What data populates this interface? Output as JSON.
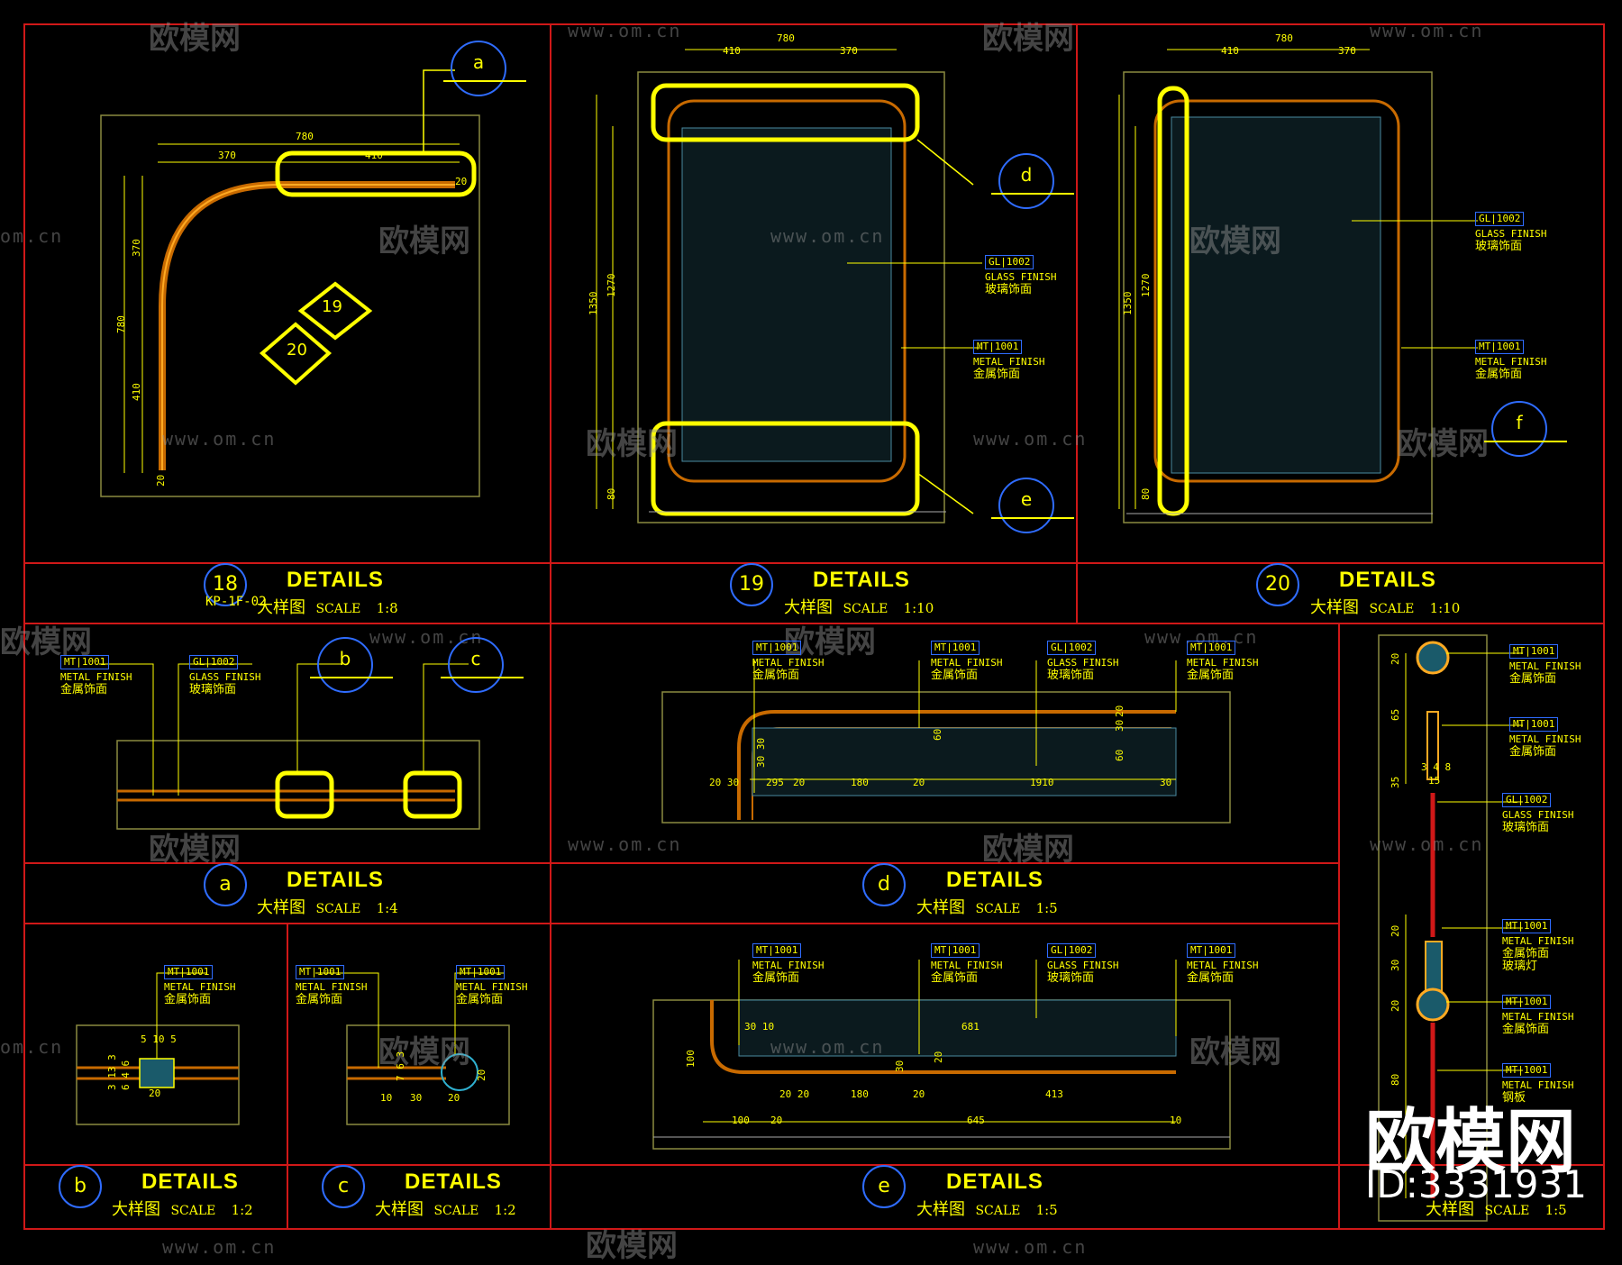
{
  "details": [
    {
      "num": "18",
      "title": "DETAILS",
      "sub": "大样图",
      "scale_label": "SCALE",
      "scale": "1:8",
      "ref": "KP-1F-02"
    },
    {
      "num": "19",
      "title": "DETAILS",
      "sub": "大样图",
      "scale_label": "SCALE",
      "scale": "1:10",
      "ref": ""
    },
    {
      "num": "20",
      "title": "DETAILS",
      "sub": "大样图",
      "scale_label": "SCALE",
      "scale": "1:10",
      "ref": ""
    },
    {
      "num": "a",
      "title": "DETAILS",
      "sub": "大样图",
      "scale_label": "SCALE",
      "scale": "1:4",
      "ref": ""
    },
    {
      "num": "d",
      "title": "DETAILS",
      "sub": "大样图",
      "scale_label": "SCALE",
      "scale": "1:5",
      "ref": ""
    },
    {
      "num": "b",
      "title": "DETAILS",
      "sub": "大样图",
      "scale_label": "SCALE",
      "scale": "1:2",
      "ref": ""
    },
    {
      "num": "c",
      "title": "DETAILS",
      "sub": "大样图",
      "scale_label": "SCALE",
      "scale": "1:2",
      "ref": ""
    },
    {
      "num": "e",
      "title": "DETAILS",
      "sub": "大样图",
      "scale_label": "SCALE",
      "scale": "1:5",
      "ref": ""
    },
    {
      "num": "",
      "title": "",
      "sub": "大样图",
      "scale_label": "SCALE",
      "scale": "1:5",
      "ref": ""
    }
  ],
  "bubbles": {
    "a": "a",
    "b": "b",
    "c": "c",
    "d": "d",
    "e": "e",
    "f": "f",
    "s19": "19",
    "s20": "20"
  },
  "finish": {
    "mt_code": "MT",
    "mt_no": "1001",
    "mt_en": "METAL FINISH",
    "mt_zh": "金属饰面",
    "gl_code": "GL",
    "gl_no": "1002",
    "gl_en": "GLASS FINISH",
    "gl_zh": "玻璃饰面",
    "lamp_zh": "玻璃灯",
    "steel_zh": "钢板"
  },
  "dims": {
    "d780": "780",
    "d370": "370",
    "d410": "410",
    "d20": "20",
    "d1350": "1350",
    "d1270": "1270",
    "d80": "80",
    "d30": "30",
    "d295": "295",
    "d180": "180",
    "d1910": "1910",
    "d60": "60",
    "d681": "681",
    "d413": "413",
    "d645": "645",
    "d100": "100",
    "d5105": "5 10 5",
    "d313": "3 13 3",
    "d646": "6 4 6",
    "d10": "10",
    "d763": "7 6 3",
    "d15": "15",
    "d35": "35",
    "d65": "65",
    "d348": "3 4 8",
    "d3030": "30 30",
    "d2020": "20 20",
    "d2030": "20 30",
    "d1030": "30 10"
  },
  "watermark": {
    "logo": "欧模网",
    "url": "www.om.cn",
    "url_short": "om.cn",
    "id": "ID:3331931"
  }
}
